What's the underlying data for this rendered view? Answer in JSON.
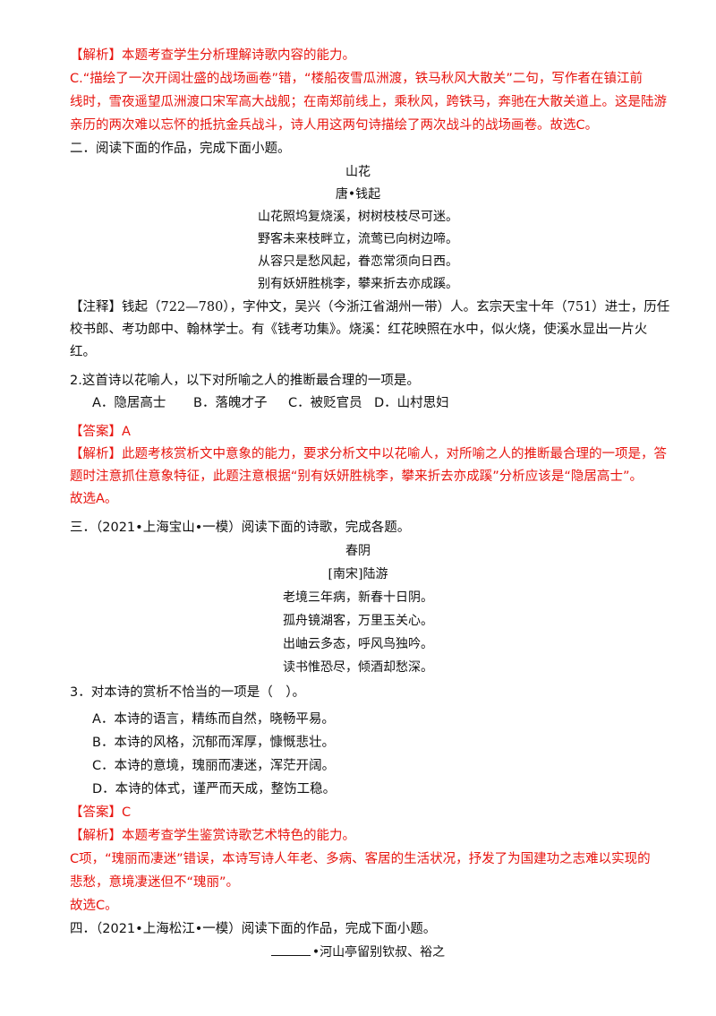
{
  "q1_analysis": {
    "tag": "【解析】",
    "intro": "本题考查学生分析理解诗歌内容的能力。",
    "lines": [
      "C.“描绘了一次开阔壮盛的战场画卷”错，“楼船夜雪瓜洲渡，铁马秋风大散关”二句，写作者在镇江前",
      "线时，雪夜遥望瓜洲渡口宋军高大战舰；在南郑前线上，乘秋风，跨铁马，奔驰在大散关道上。这是陆游",
      "亲历的两次难以忘怀的抵抗金兵战斗，诗人用这两句诗描绘了两次战斗的战场画卷。故选C。"
    ]
  },
  "section2": {
    "heading": "二．阅读下面的作品，完成下面小题。",
    "poem_title": "山花",
    "poem_author": "唐•钱起",
    "poem_lines": [
      "山花照坞复烧溪，树树枝枝尽可迷。",
      "野客未来枝畔立，流莺已向树边啼。",
      "从容只是愁风起，眷恋常须向日西。",
      "别有妖妍胜桃李，攀来折去亦成蹊。"
    ],
    "note_tag": "【注释】",
    "note_lines": [
      "钱起（722—780），字仲文，吴兴（今浙江省湖州一带）人。玄宗天宝十年（751）进士，历任",
      "校书郎、考功郎中、翰林学士。有《钱考功集》。烧溪：红花映照在水中，似火烧，使溪水显出一片火",
      "红。"
    ],
    "question": "2.这首诗以花喻人，以下对所喻之人的推断最合理的一项是。",
    "options": [
      "A．隐居高士",
      "B．落魄才子",
      "C．被贬官员",
      "D．山村思妇"
    ],
    "answer_tag": "【答案】",
    "answer": "A",
    "analysis_tag": "【解析】",
    "analysis_lines": [
      "此题考核赏析文中意象的能力，要求分析文中以花喻人，对所喻之人的推断最合理的一项是，答",
      "题时注意抓住意象特征，此题注意根据“别有妖妍胜桃李，攀来折去亦成蹊”分析应该是“隐居高士”。",
      "故选A。"
    ]
  },
  "section3": {
    "heading": "三．（2021•上海宝山•一模）阅读下面的诗歌，完成各题。",
    "poem_title": "春阴",
    "poem_author": "[南宋]陆游",
    "poem_lines": [
      "老境三年病，新春十日阴。",
      "孤舟镜湖客，万里玉关心。",
      "出岫云多态，呼风鸟独吟。",
      "读书惟恐尽，倾酒却愁深。"
    ],
    "question": "3．对本诗的赏析不恰当的一项是（　）。",
    "options": [
      "A．本诗的语言，精练而自然，晓畅平易。",
      "B．本诗的风格，沉郁而浑厚，慷慨悲壮。",
      "C．本诗的意境，瑰丽而凄迷，浑茫开阔。",
      "D．本诗的体式，谨严而天成，整饬工稳。"
    ],
    "answer_tag": "【答案】",
    "answer": "C",
    "analysis_tag": "【解析】",
    "analysis_intro": "本题考查学生鉴赏诗歌艺术特色的能力。",
    "analysis_lines": [
      "C项，“瑰丽而凄迷”错误，本诗写诗人年老、多病、客居的生活状况，抒发了为国建功之志难以实现的",
      "悲愁，意境凄迷但不“瑰丽”。",
      "故选C。"
    ]
  },
  "section4": {
    "heading": "四．（2021•上海松江•一模）阅读下面的作品，完成下面小题。",
    "title_suffix": "•河山亭留别钦叔、裕之"
  }
}
